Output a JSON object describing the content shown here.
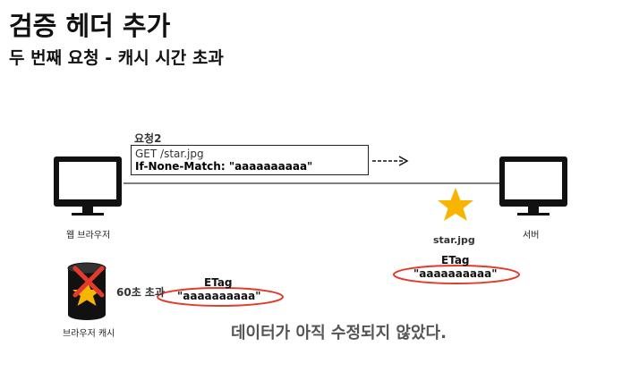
{
  "title": "검증 헤더 추가",
  "subtitle": "두 번째 요청 - 캐시 시간 초과",
  "client": {
    "label": "웹 브라우저"
  },
  "server": {
    "label": "서버"
  },
  "cache": {
    "label": "브라우저 캐시",
    "age_label": "60초 초과",
    "etag_label": "ETag",
    "etag_value": "\"aaaaaaaaaa\""
  },
  "request": {
    "label": "요청2",
    "line1": "GET /star.jpg",
    "line2": "If-None-Match: \"aaaaaaaaaa\""
  },
  "resource": {
    "label": "star.jpg",
    "etag_label": "ETag",
    "etag_value": "\"aaaaaaaaaa\""
  },
  "conclusion": "데이터가 아직 수정되지 않았다.",
  "colors": {
    "star": "#f7b500",
    "highlight": "#e53a2b",
    "cross": "#e53a2b",
    "monitor": "#111111"
  }
}
